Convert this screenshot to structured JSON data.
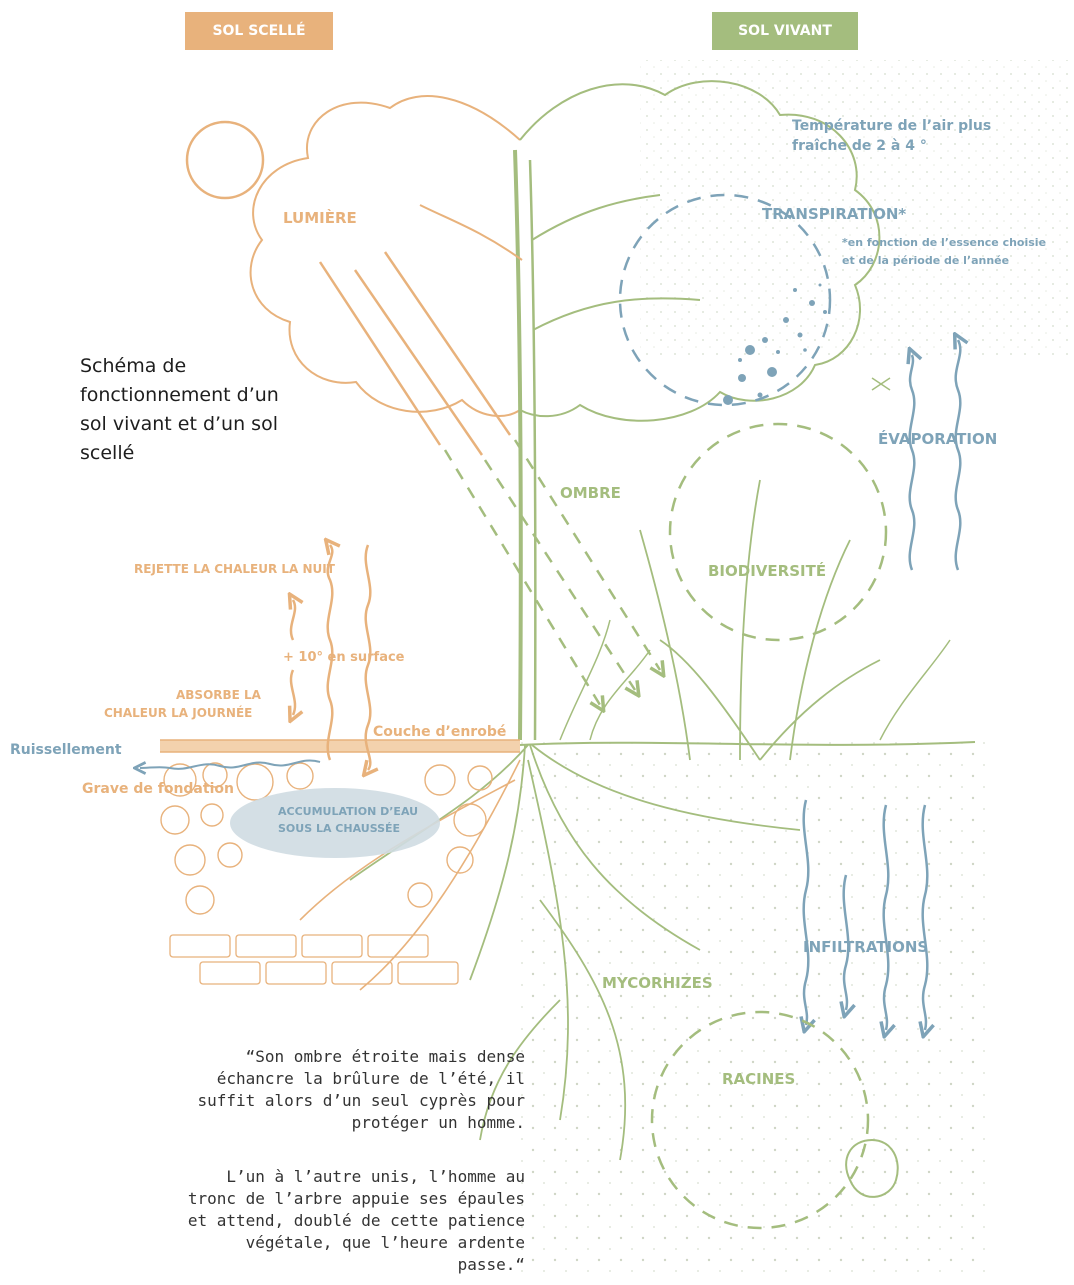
{
  "badges": {
    "left": "SOL SCELLÉ",
    "right": "SOL VIVANT"
  },
  "colors": {
    "orange": "#e8b27c",
    "blue": "#7ea3b8",
    "green": "#a4bd7e"
  },
  "title": "Schéma de fonctionnement d’un sol vivant et d’un sol scellé",
  "labels": {
    "lumiere": "LUMIÈRE",
    "rejette": "REJETTE LA CHALEUR LA NUIT",
    "plus10": "+ 10° en surface",
    "absorbe_1": "ABSORBE LA",
    "absorbe_2": "CHALEUR LA JOURNÉE",
    "couche": "Couche d’enrobé",
    "ruissellement": "Ruissellement",
    "grave": "Grave de fondation",
    "accum_1": "ACCUMULATION D’EAU",
    "accum_2": "SOUS LA CHAUSSÉE",
    "temp_1": "Température de l’air plus",
    "temp_2": "fraîche de 2 à 4 °",
    "transpiration": "TRANSPIRATION*",
    "note_1": "*en fonction de l’essence choisie",
    "note_2": "et de la période de l’année",
    "evaporation": "ÉVAPORATION",
    "ombre": "OMBRE",
    "biodiversite": "BIODIVERSITÉ",
    "infiltrations": "INFILTRATIONS",
    "mycorhizes": "MYCORHIZES",
    "racines": "RACINES"
  },
  "quote": {
    "p1": "“Son ombre étroite mais dense\néchancre la brûlure de l’été, il\nsuffit alors d’un seul cyprès pour\nprotéger un homme.",
    "p2": "L’un à l’autre unis, l’homme au\ntronc de l’arbre appuie ses épaules\net attend, doublé de cette patience\nvégétale, que l’heure ardente\npasse.“"
  }
}
